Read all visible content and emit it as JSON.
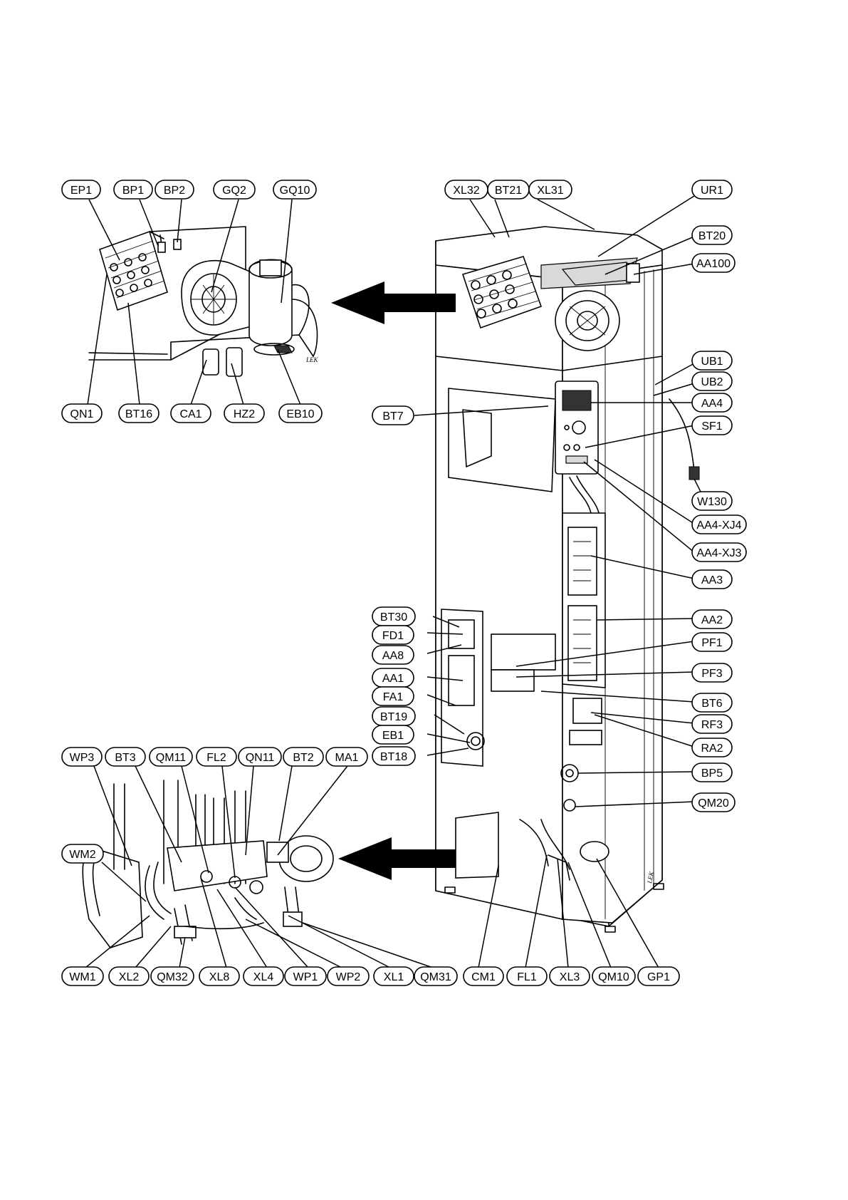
{
  "labels": {
    "EP1": "EP1",
    "BP1": "BP1",
    "BP2": "BP2",
    "GQ2": "GQ2",
    "GQ10": "GQ10",
    "QN1": "QN1",
    "BT16": "BT16",
    "CA1": "CA1",
    "HZ2": "HZ2",
    "EB10": "EB10",
    "XL32": "XL32",
    "BT21": "BT21",
    "XL31": "XL31",
    "UR1": "UR1",
    "BT20": "BT20",
    "AA100": "AA100",
    "UB1": "UB1",
    "UB2": "UB2",
    "BT7": "BT7",
    "AA4": "AA4",
    "SF1": "SF1",
    "W130": "W130",
    "AA4XJ4": "AA4-XJ4",
    "AA4XJ3": "AA4-XJ3",
    "AA3": "AA3",
    "BT30": "BT30",
    "AA2": "AA2",
    "FD1": "FD1",
    "PF1": "PF1",
    "AA8": "AA8",
    "AA1": "AA1",
    "PF3": "PF3",
    "FA1": "FA1",
    "BT6": "BT6",
    "BT19": "BT19",
    "RF3": "RF3",
    "EB1": "EB1",
    "RA2": "RA2",
    "BT18": "BT18",
    "WP3": "WP3",
    "BT3": "BT3",
    "QM11": "QM11",
    "FL2": "FL2",
    "QN11": "QN11",
    "BT2": "BT2",
    "MA1": "MA1",
    "BP5": "BP5",
    "QM20": "QM20",
    "WM2": "WM2",
    "WM1": "WM1",
    "XL2": "XL2",
    "QM32": "QM32",
    "XL8": "XL8",
    "XL4": "XL4",
    "WP1": "WP1",
    "WP2": "WP2",
    "XL1": "XL1",
    "QM31": "QM31",
    "CM1": "CM1",
    "FL1": "FL1",
    "XL3": "XL3",
    "QM10": "QM10",
    "GP1": "GP1"
  },
  "artwork_marks": {
    "inset_signature": "LEK",
    "cabinet_signature": "LEK"
  }
}
